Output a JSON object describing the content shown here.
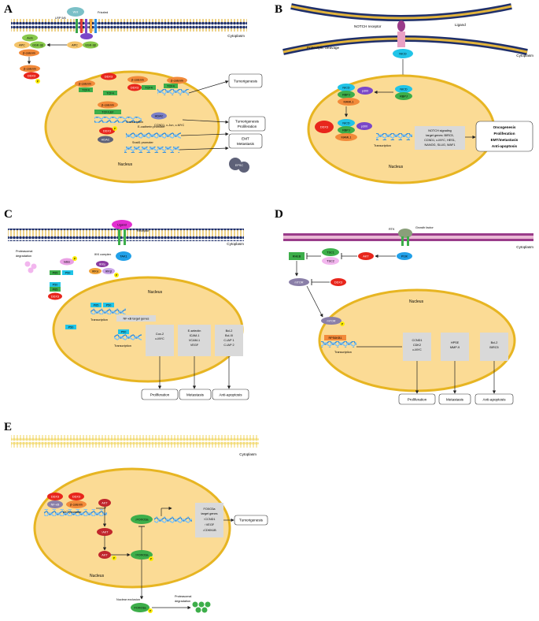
{
  "colors": {
    "cytoplasm_fill": "#fbdb95",
    "nucleus_stroke": "#e7b522",
    "membrane": "#1f2f6a",
    "red": "#e8261c",
    "orange": "#f28a3a",
    "green": "#3dae4a",
    "cyan": "#21c4e8",
    "purple": "#7a47c8",
    "grey": "#d9d9d9",
    "yellow": "#ffee00",
    "slate": "#5e6178",
    "dna": "#2f8de0",
    "magenta": "#e22ed0"
  },
  "panelA": {
    "label": "A",
    "wnt": "Wnt",
    "lrp": "LRP 5/6",
    "frizzled": "Frizzled\nreceptor",
    "cytoplasm": "Cytoplasm",
    "axin": "Axin",
    "apc": "APC",
    "gsk": "GSK-3β",
    "bcat": "β-catenin",
    "ddx3": "DDX3",
    "p": "P",
    "tcf4": "TCF4",
    "tcflef": "TCF/LEF",
    "transcription": "Transcription",
    "genes1": "CCND1, c-Jun, c-MYC",
    "hdac": "HDAC",
    "ecad": "E-cadherin promoter",
    "snail": "Snail1 promoter",
    "out1": "Tumorigenesis",
    "out2": "Tumorigenesis\nProliferation",
    "out3": "EMT\nMetastasis",
    "epsc": "EPSC",
    "nucleus": "Nucleus"
  },
  "panelB": {
    "label": "B",
    "notch": "NOTCH receptor",
    "ligand": "Ligand",
    "cleave": "Proteolytic cleavage",
    "cytoplasm": "Cytoplasm",
    "nicd": "NICD",
    "rbpj": "RBPJ",
    "p300": "p300",
    "maml1": "MAML1",
    "ddx3": "DDX3",
    "transcription": "Transcription",
    "genes": "NOTCH signaling\ntarget genes: BIRC5,\nCCND1, c-MYC, HES1,\nNANOG, SLUG, WAF1",
    "outcomes": "Oncogenesis\nProliferation\nEMT/metastasis\nAnti-apoptosis",
    "nucleus": "Nucleus"
  },
  "panelC": {
    "label": "C",
    "ligand": "Ligand",
    "receptor": "Receptor",
    "tak1": "TAK1",
    "cytoplasm": "Cytoplasm",
    "ikk": "IKK complex",
    "ikkg": "IKKγ",
    "ikka": "IKKα",
    "ikkb": "IKKβ",
    "ikba": "IκBα",
    "p": "P",
    "degrad": "Proteasomal\ndegradation",
    "p65": "P65",
    "p50": "P50",
    "ddx3": "DDX3",
    "nucleus": "Nucleus",
    "transcription": "Transcription",
    "nfkbtg": "NF-κB target genes",
    "g1": "Cox-2\nc-MYC",
    "g2": "E-selectin\nICAM-1\nVCAM-1\nVEGF",
    "g3": "Bcl-2\nBcl-Xl\nC-IAP 1\nC-IAP 2",
    "o1": "Proliferation",
    "o2": "Metastasis",
    "o3": "Anti-apoptosis"
  },
  "panelD": {
    "label": "D",
    "rtk": "RTK",
    "gf": "Growth factor",
    "cytoplasm": "Cytoplasm",
    "pi3k": "PI3K",
    "akt": "AKT",
    "tsc1": "TSC1",
    "tsc2": "TSC2",
    "rheb": "RHEB",
    "mtor": "mTOR",
    "ddx3": "DDX3",
    "nucleus": "Nucleus",
    "p": "P",
    "rps6": "RPS6KB1",
    "transcription": "Transcription",
    "g1": "CCND1\nCDK2\nc-MYC",
    "g2": "HPSE\nMMP-9",
    "g3": "Bcl-2\nBIRC5",
    "o1": "Proliferation",
    "o2": "Metastasis",
    "o3": "Anti-apoptosis"
  },
  "panelE": {
    "label": "E",
    "cytoplasm": "Cytoplasm",
    "nucleus": "Nucleus",
    "ddx3": "DDX3",
    "nfkb": "NF-κB",
    "bcat": "β-catenin",
    "akt": "AKT",
    "aktprom": "AKT promoter",
    "uakt": "↑AKT",
    "p": "P",
    "dfoxo": "↓FOXO3a",
    "ufoxo": "↑FOXO3a",
    "foxo": "FOXO3a",
    "genes": "FOXO3a\ntarget genes\n↑CCND1\n↑VEGF\n↓CDKN1B",
    "tumor": "Tumorigenesis",
    "excl": "Nuclear exclusion",
    "degrad": "Proteasomal\ndegradation"
  }
}
